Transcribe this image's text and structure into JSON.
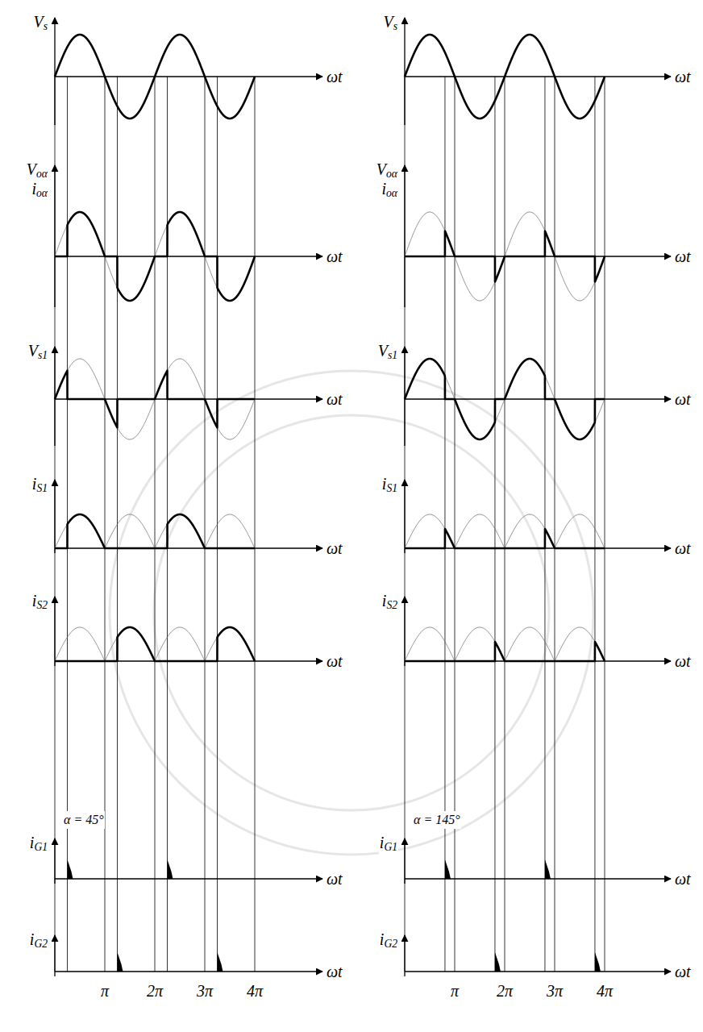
{
  "diagram": {
    "labels": [
      "Vs",
      "ωt",
      "Voα",
      "ioα",
      "ωt",
      "Vs1",
      "ωt",
      "iS1",
      "ωt",
      "iS2",
      "ωt",
      "iG1",
      "α = 45°",
      "ωt",
      "iG2",
      "π",
      "2π",
      "3π",
      "4π",
      "ωt",
      "Vs",
      "ωt",
      "Voα",
      "ioα",
      "ωt",
      "Vs1",
      "ωt",
      "iS1",
      "ωt",
      "iS2",
      "ωt",
      "iG1",
      "α = 145°",
      "ωt",
      "iG2",
      "π",
      "2π",
      "3π",
      "4π",
      "ωt"
    ]
  }
}
